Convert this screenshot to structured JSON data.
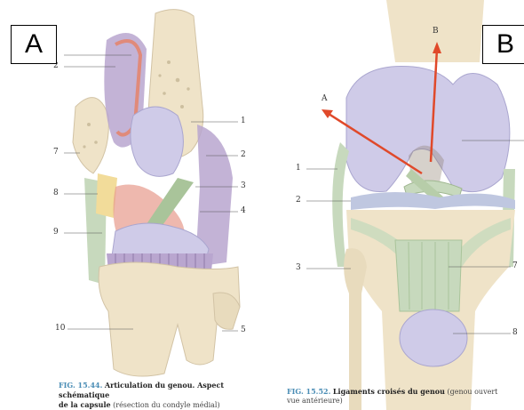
{
  "panels": {
    "a": {
      "label": "A",
      "numbers": [
        "1",
        "2",
        "3",
        "4",
        "5",
        "7",
        "8",
        "9",
        "10"
      ],
      "caption": {
        "fig": "FIG. 15.44.",
        "title": "Articulation du genou. Aspect schématique",
        "title2": "de la capsule",
        "note": "(résection du condyle médial)"
      }
    },
    "b": {
      "label": "B",
      "numbers": [
        "1",
        "2",
        "3",
        "7",
        "8"
      ],
      "arrows": [
        "A",
        "B"
      ],
      "caption": {
        "fig": "FIG. 15.52.",
        "title": "Ligaments croisés du genou",
        "note": "(genou ouvert",
        "note2": "vue antérieure)"
      }
    }
  },
  "colors": {
    "bone": "#efe3c8",
    "cartilage": "#cfcbe8",
    "capsule_red": "#e08a7a",
    "synovial_purple": "#b9a6cf",
    "ligament_green": "#c7d9bd",
    "arrow_red": "#e0492a"
  }
}
